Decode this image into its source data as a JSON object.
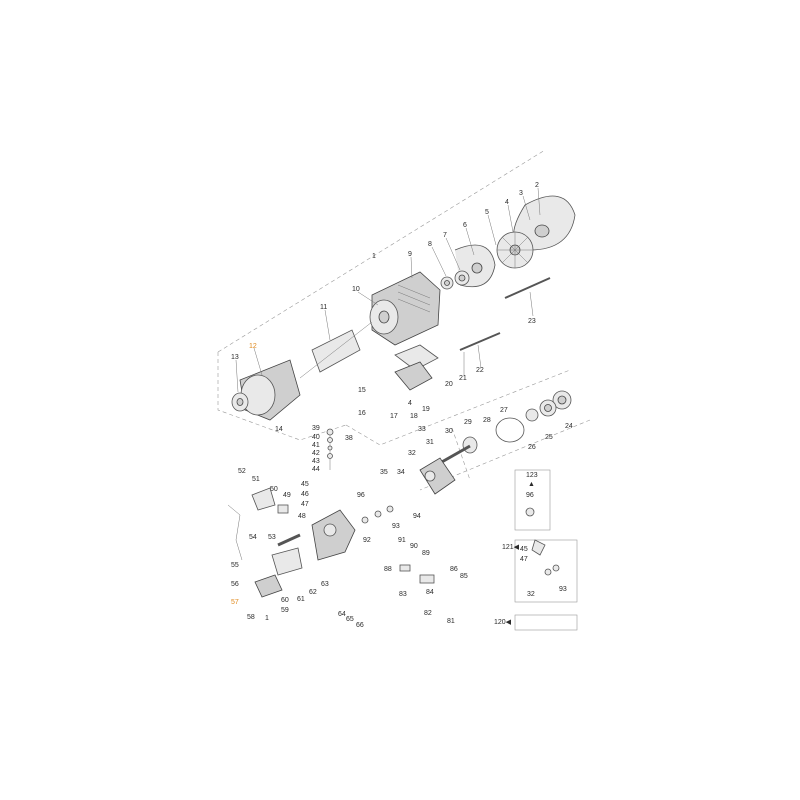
{
  "highlight_color": "#e08a1e",
  "labels": {
    "l1": "1",
    "l2": "2",
    "l3": "3",
    "l4": "4",
    "l5": "5",
    "l6": "6",
    "l7": "7",
    "l8": "8",
    "l9": "9",
    "l10": "10",
    "l11": "11",
    "l12": "12",
    "l13": "13",
    "l14": "14",
    "l15": "15",
    "l16": "16",
    "l17": "17",
    "l18": "18",
    "l19": "19",
    "l20": "20",
    "l21": "21",
    "l22": "22",
    "l23": "23",
    "l24": "24",
    "l25": "25",
    "l26": "26",
    "l27": "27",
    "l28": "28",
    "l29": "29",
    "l30": "30",
    "l31": "31",
    "l32": "32",
    "l32b": "32",
    "l33": "33",
    "l34": "34",
    "l35": "35",
    "l38": "38",
    "l39": "39",
    "l40": "40",
    "l41": "41",
    "l42": "42",
    "l43": "43",
    "l44": "44",
    "l45": "45",
    "l45b": "45",
    "l46": "46",
    "l47": "47",
    "l47b": "47",
    "l48": "48",
    "l49": "49",
    "l50": "50",
    "l51": "51",
    "l52": "52",
    "l53": "53",
    "l54": "54",
    "l55": "55",
    "l56": "56",
    "l57": "57",
    "l58": "58",
    "l59": "59",
    "l60": "60",
    "l61": "61",
    "l62": "62",
    "l63": "63",
    "l64": "64",
    "l65": "65",
    "l66": "66",
    "l81": "81",
    "l82": "82",
    "l83": "83",
    "l84": "84",
    "l85": "85",
    "l86": "86",
    "l88": "88",
    "l89": "89",
    "l90": "90",
    "l91": "91",
    "l92": "92",
    "l93": "93",
    "l93b": "93",
    "l94": "94",
    "l96": "96",
    "l96b": "96",
    "l120": "120◀",
    "l121": "121◀",
    "l123": "123",
    "l123arrow": "▲",
    "l4b": "4",
    "l1b": "1"
  }
}
